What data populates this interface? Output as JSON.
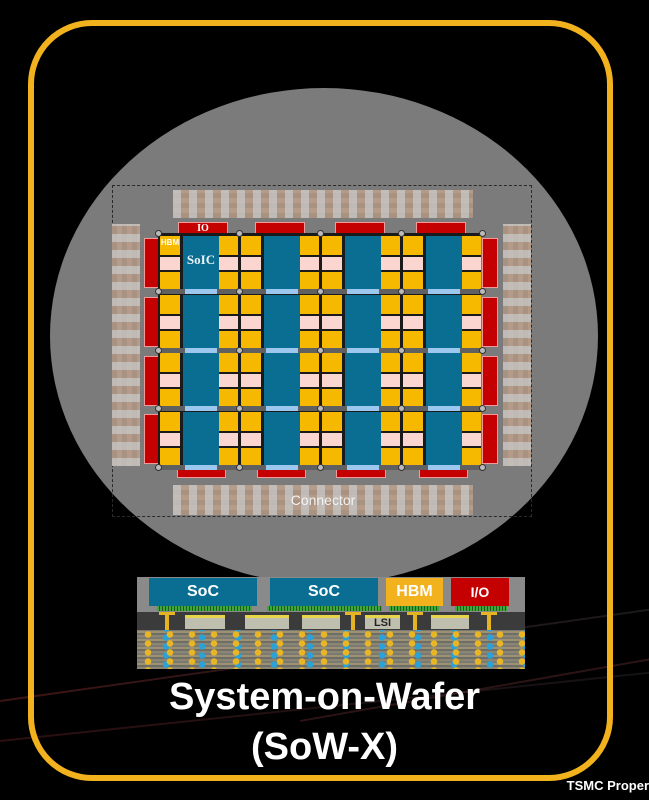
{
  "diagram": {
    "wafer_layout": {
      "chip_label": "SoIC",
      "hbm_label": "HBM",
      "io_label": "IO",
      "connector_label": "Connector",
      "grid": {
        "rows": 4,
        "cols": 4
      }
    },
    "cross_section": {
      "blocks": [
        {
          "label": "SoC",
          "color": "#0a6d92"
        },
        {
          "label": "SoC",
          "color": "#0a6d92"
        },
        {
          "label": "HBM",
          "color": "#f2b21e"
        },
        {
          "label": "I/O",
          "color": "#c40000"
        }
      ],
      "bridge_label": "LSI"
    },
    "title_line1": "System-on-Wafer",
    "title_line2": "(SoW-X)",
    "footer": "TSMC Proper"
  },
  "colors": {
    "frame": "#f2b21e",
    "wafer": "#7b7b7b",
    "soic": "#0a6d92",
    "hbm": "#f7b800",
    "io": "#c40000",
    "background": "#000000"
  }
}
